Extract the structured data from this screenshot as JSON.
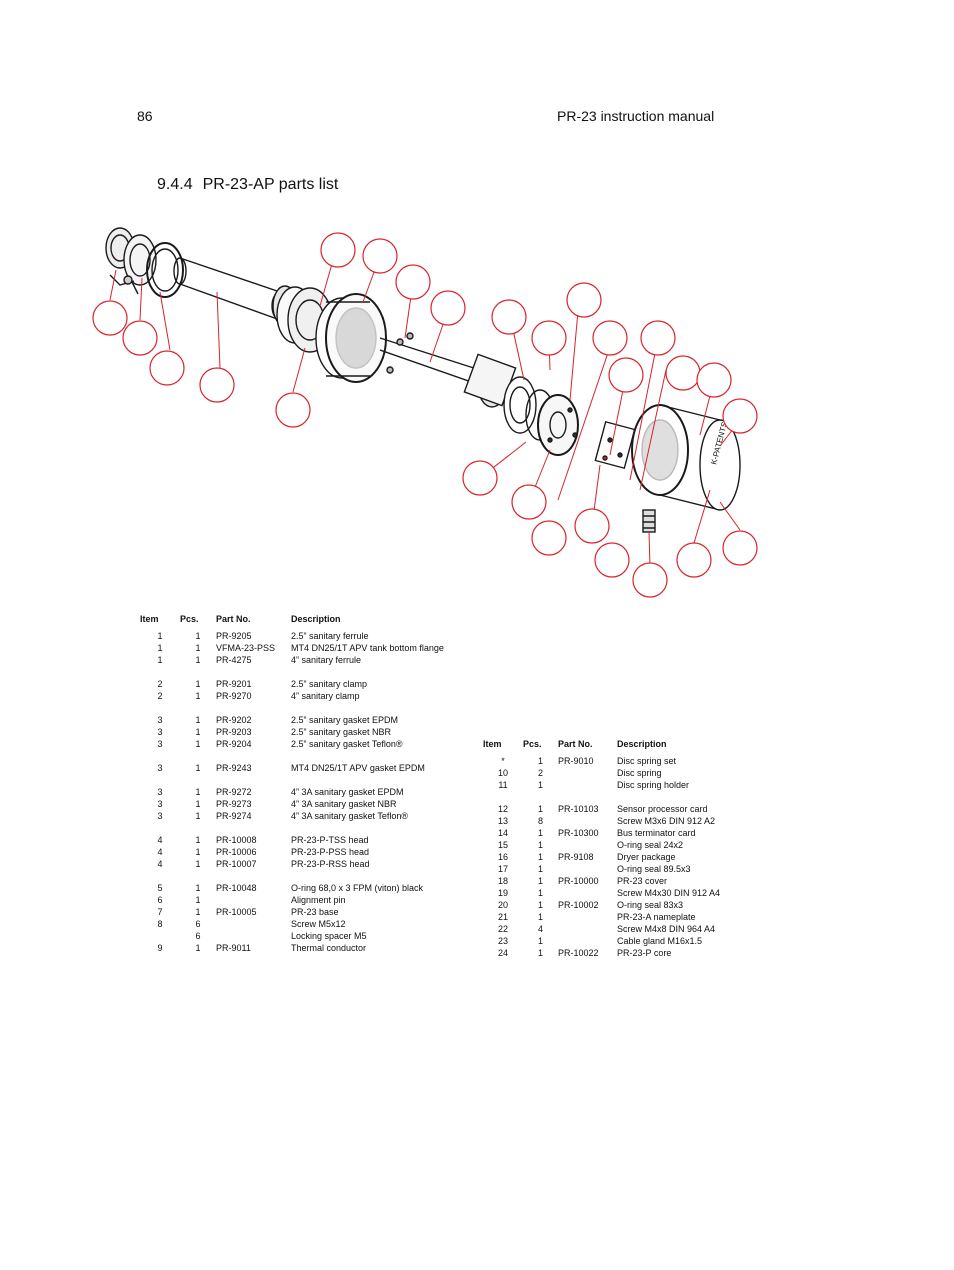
{
  "header": {
    "page_number": "86",
    "title": "PR-23 instruction manual"
  },
  "section": {
    "number": "9.4.4",
    "title": "PR-23-AP parts list"
  },
  "columns": {
    "item": "Item",
    "pcs": "Pcs.",
    "part_no": "Part No.",
    "description": "Description"
  },
  "diagram": {
    "callout_color": "#d8232a",
    "logo_text": "K-PATENTS"
  },
  "left_table": [
    {
      "item": "1",
      "pcs": "1",
      "part_no": "PR-9205",
      "description": "2.5” sanitary ferrule"
    },
    {
      "item": "1",
      "pcs": "1",
      "part_no": "VFMA-23-PSS",
      "description": "MT4 DN25/1T APV tank bottom flange"
    },
    {
      "item": "1",
      "pcs": "1",
      "part_no": "PR-4275",
      "description": "4” sanitary ferrule"
    },
    {
      "gap": true
    },
    {
      "item": "2",
      "pcs": "1",
      "part_no": "PR-9201",
      "description": "2.5” sanitary clamp"
    },
    {
      "item": "2",
      "pcs": "1",
      "part_no": "PR-9270",
      "description": "4” sanitary clamp"
    },
    {
      "gap": true
    },
    {
      "item": "3",
      "pcs": "1",
      "part_no": "PR-9202",
      "description": "2.5” sanitary gasket EPDM"
    },
    {
      "item": "3",
      "pcs": "1",
      "part_no": "PR-9203",
      "description": "2.5” sanitary gasket NBR"
    },
    {
      "item": "3",
      "pcs": "1",
      "part_no": "PR-9204",
      "description": "2.5” sanitary gasket Teflon®"
    },
    {
      "gap": true
    },
    {
      "item": "3",
      "pcs": "1",
      "part_no": "PR-9243",
      "description": "MT4 DN25/1T APV gasket EPDM"
    },
    {
      "gap": true
    },
    {
      "item": "3",
      "pcs": "1",
      "part_no": "PR-9272",
      "description": "4” 3A sanitary gasket EPDM"
    },
    {
      "item": "3",
      "pcs": "1",
      "part_no": "PR-9273",
      "description": "4” 3A sanitary gasket NBR"
    },
    {
      "item": "3",
      "pcs": "1",
      "part_no": "PR-9274",
      "description": "4” 3A sanitary gasket Teflon®"
    },
    {
      "gap": true
    },
    {
      "item": "4",
      "pcs": "1",
      "part_no": "PR-10008",
      "description": "PR-23-P-TSS head"
    },
    {
      "item": "4",
      "pcs": "1",
      "part_no": "PR-10006",
      "description": "PR-23-P-PSS head"
    },
    {
      "item": "4",
      "pcs": "1",
      "part_no": "PR-10007",
      "description": "PR-23-P-RSS head"
    },
    {
      "gap": true
    },
    {
      "item": "5",
      "pcs": "1",
      "part_no": "PR-10048",
      "description": "O-ring 68,0 x 3 FPM (viton) black"
    },
    {
      "item": "6",
      "pcs": "1",
      "part_no": "",
      "description": "Alignment pin"
    },
    {
      "item": "7",
      "pcs": "1",
      "part_no": "PR-10005",
      "description": "PR-23 base"
    },
    {
      "item": "8",
      "pcs": "6",
      "part_no": "",
      "description": "Screw M5x12"
    },
    {
      "item": "",
      "pcs": "6",
      "part_no": "",
      "description": "Locking spacer M5"
    },
    {
      "item": "9",
      "pcs": "1",
      "part_no": "PR-9011",
      "description": "Thermal conductor"
    }
  ],
  "right_table": [
    {
      "item": "*",
      "pcs": "1",
      "part_no": "PR-9010",
      "description": "Disc spring set"
    },
    {
      "item": "10",
      "pcs": "2",
      "part_no": "",
      "description": "Disc spring"
    },
    {
      "item": "11",
      "pcs": "1",
      "part_no": "",
      "description": "Disc spring holder"
    },
    {
      "gap": true
    },
    {
      "item": "12",
      "pcs": "1",
      "part_no": "PR-10103",
      "description": "Sensor processor card"
    },
    {
      "item": "13",
      "pcs": "8",
      "part_no": "",
      "description": "Screw M3x6 DIN 912 A2"
    },
    {
      "item": "14",
      "pcs": "1",
      "part_no": "PR-10300",
      "description": "Bus terminator card"
    },
    {
      "item": "15",
      "pcs": "1",
      "part_no": "",
      "description": "O-ring seal 24x2"
    },
    {
      "item": "16",
      "pcs": "1",
      "part_no": "PR-9108",
      "description": "Dryer package"
    },
    {
      "item": "17",
      "pcs": "1",
      "part_no": "",
      "description": "O-ring seal 89.5x3"
    },
    {
      "item": "18",
      "pcs": "1",
      "part_no": "PR-10000",
      "description": "PR-23 cover"
    },
    {
      "item": "19",
      "pcs": "1",
      "part_no": "",
      "description": "Screw M4x30 DIN 912 A4"
    },
    {
      "item": "20",
      "pcs": "1",
      "part_no": "PR-10002",
      "description": "O-ring seal 83x3"
    },
    {
      "item": "21",
      "pcs": "1",
      "part_no": "",
      "description": "PR-23-A nameplate"
    },
    {
      "item": "22",
      "pcs": "4",
      "part_no": "",
      "description": "Screw M4x8 DIN 964 A4"
    },
    {
      "item": "23",
      "pcs": "1",
      "part_no": "",
      "description": "Cable gland M16x1.5"
    },
    {
      "item": "24",
      "pcs": "1",
      "part_no": "PR-10022",
      "description": "PR-23-P core"
    }
  ]
}
